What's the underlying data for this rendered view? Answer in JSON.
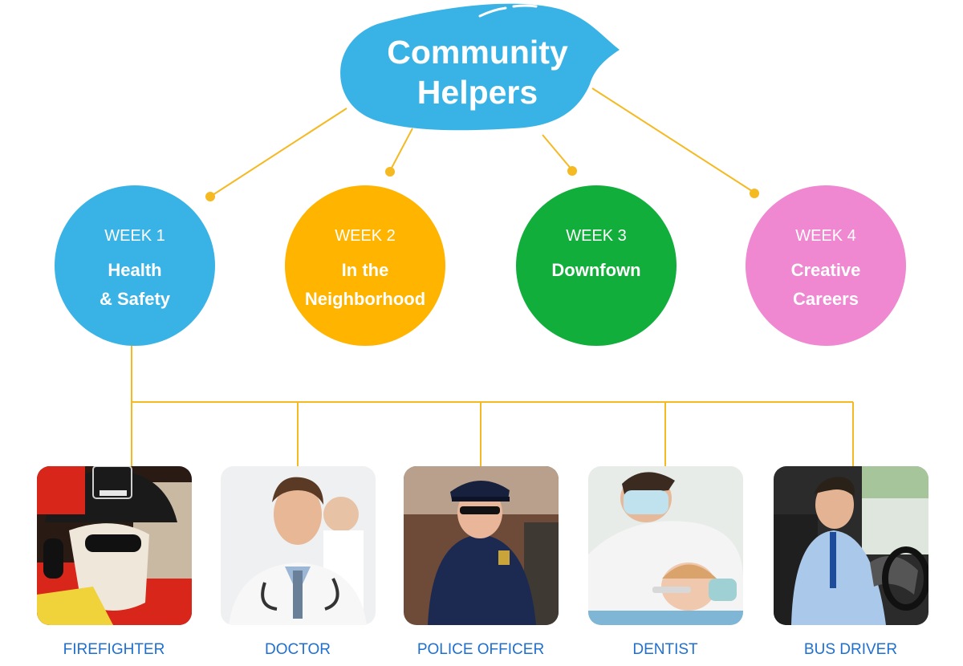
{
  "title": {
    "line1": "Community",
    "line2": "Helpers"
  },
  "weeks": [
    {
      "week": "WEEK 1",
      "line1": "Health",
      "line2": "& Safety",
      "color": "#39b3e6"
    },
    {
      "week": "WEEK 2",
      "line1": "In the",
      "line2": "Neighborhood",
      "color": "#ffb400"
    },
    {
      "week": "WEEK 3",
      "line1": "Downfown",
      "line2": "",
      "color": "#11ae3b"
    },
    {
      "week": "WEEK 4",
      "line1": "Creative",
      "line2": "Careers",
      "color": "#ef87d1"
    }
  ],
  "helpers": [
    {
      "label": "FIREFIGHTER",
      "icon": "firefighter-photo"
    },
    {
      "label": "DOCTOR",
      "icon": "doctor-photo"
    },
    {
      "label": "POLICE OFFICER",
      "icon": "police-officer-photo"
    },
    {
      "label": "DENTIST",
      "icon": "dentist-photo"
    },
    {
      "label": "BUS DRIVER",
      "icon": "bus-driver-photo"
    }
  ],
  "colors": {
    "title_blob": "#39b3e6",
    "connector": "#f5b922",
    "label": "#1f6fd1"
  }
}
